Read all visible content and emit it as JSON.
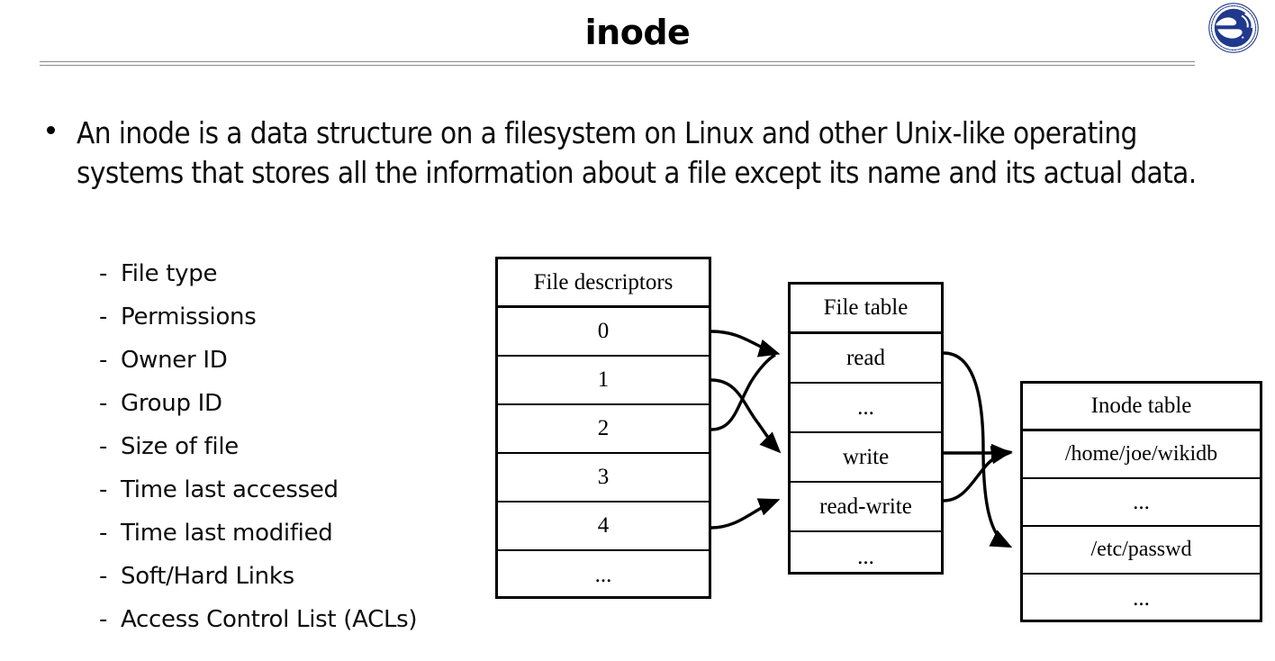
{
  "header": {
    "title": "inode",
    "logo_name": "university-crest-logo",
    "logo_color": "#20398c"
  },
  "content": {
    "main_bullet": "An inode is a data structure on a filesystem on Linux and other Unix-like operating systems that stores all the information about a file except its name and its actual data.",
    "sub_dash": "-",
    "sub_items": [
      "File type",
      "Permissions",
      "Owner ID",
      "Group ID",
      "Size of file",
      "Time last accessed",
      "Time last modified",
      "Soft/Hard Links",
      "Access Control List (ACLs)"
    ]
  },
  "diagram": {
    "fd_table": {
      "header": "File descriptors",
      "rows": [
        "0",
        "1",
        "2",
        "3",
        "4",
        "..."
      ]
    },
    "file_table": {
      "header": "File table",
      "rows": [
        "read",
        "...",
        "write",
        "read-write",
        "..."
      ]
    },
    "inode_table": {
      "header": "Inode table",
      "rows": [
        "/home/joe/wikidb",
        "...",
        "/etc/passwd",
        "..."
      ]
    },
    "connections": [
      {
        "from": "0",
        "to": "read"
      },
      {
        "from": "2",
        "to": "write"
      },
      {
        "from": "4",
        "to": "read-write"
      },
      {
        "from": "read",
        "to": "/etc/passwd"
      },
      {
        "from": "write",
        "to": "/home/joe/wikidb"
      },
      {
        "from": "read-write",
        "to": "/home/joe/wikidb"
      }
    ]
  }
}
